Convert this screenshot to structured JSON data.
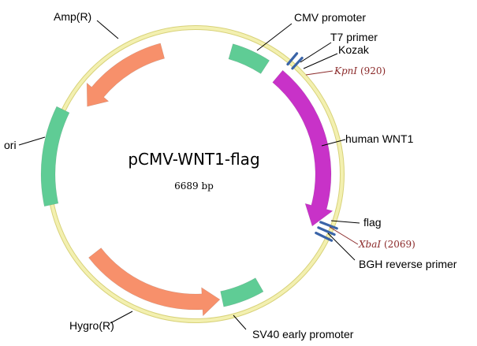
{
  "plasmid": {
    "name": "pCMV-WNT1-flag",
    "size": "6689 bp"
  },
  "features": {
    "cmv_promoter": "CMV promoter",
    "t7_primer": "T7 primer",
    "kozak": "Kozak",
    "human_wnt1": "human WNT1",
    "flag": "flag",
    "bgh_reverse_primer": "BGH reverse primer",
    "sv40_early_promoter": "SV40 early promoter",
    "hygro": "Hygro(R)",
    "ori": "ori",
    "amp": "Amp(R)"
  },
  "sites": {
    "kpni_name": "KpnI",
    "kpni_pos": " (920)",
    "xbai_name": "XbaI",
    "xbai_pos": " (2069)"
  },
  "colors": {
    "backbone": "#f3f0b0",
    "backbone_edge": "#d8d27a",
    "resistance": "#f7906b",
    "promoter_ori": "#5fcc95",
    "insert": "#c832c8",
    "primer": "#3a64a8",
    "site_text": "#8b2a2a"
  }
}
